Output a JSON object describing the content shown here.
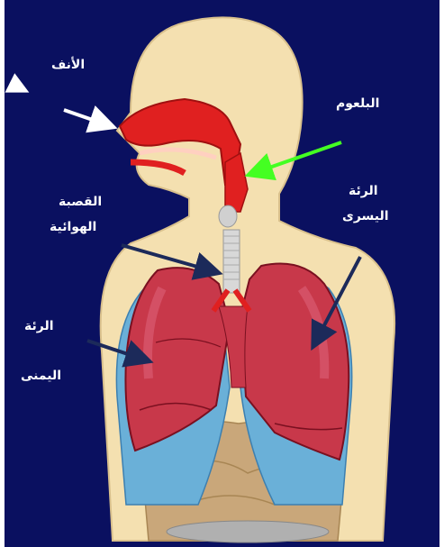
{
  "labels": {
    "nose": "الأنف",
    "pharynx": "البلعوم",
    "trachea_line1": "القصبة",
    "trachea_line2": "الهوائية",
    "left_lung_line1": "الرئة",
    "left_lung_line2": "اليسرى",
    "right_lung_line1": "الرئة",
    "right_lung_line2": "اليمنى"
  },
  "colors": {
    "background": "#0a1060",
    "skin": "#f4e0b0",
    "lung": "#c8384a",
    "lung_highlight": "#e06880",
    "airway": "#e02020",
    "pleura": "#6ab0d8",
    "abdomen": "#c9a77a",
    "pointer_white": "#ffffff",
    "pointer_green": "#44ff22",
    "pointer_navy": "#1c2a5a"
  },
  "icons": {
    "nose_pointer": "arrow-right-icon",
    "pharynx_pointer": "arrow-down-left-icon"
  }
}
